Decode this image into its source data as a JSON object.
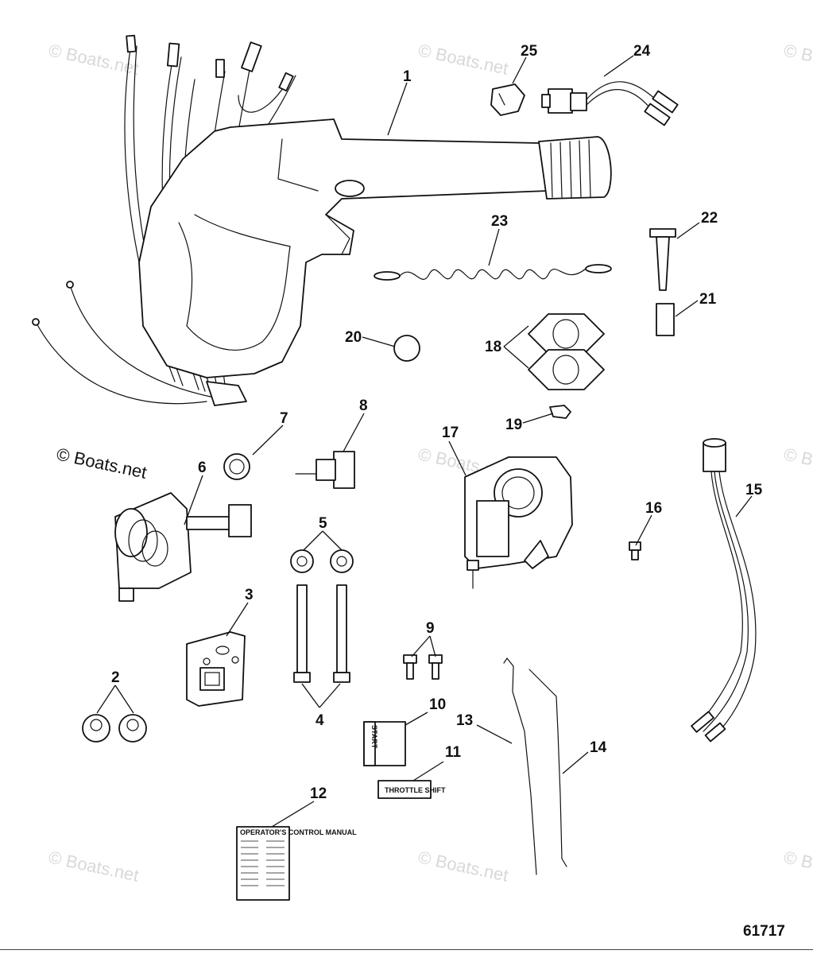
{
  "diagram_number": "61717",
  "watermark": "© Boats.net",
  "callouts": [
    "1",
    "2",
    "3",
    "4",
    "5",
    "6",
    "7",
    "8",
    "9",
    "10",
    "11",
    "12",
    "13",
    "14",
    "15",
    "16",
    "17",
    "18",
    "19",
    "20",
    "21",
    "22",
    "23",
    "24",
    "25"
  ],
  "decal_labels": {
    "start": "START",
    "throttle_shift": "THROTTLE SHIFT",
    "operating_card_title": "OPERATOR'S CONTROL MANUAL"
  }
}
